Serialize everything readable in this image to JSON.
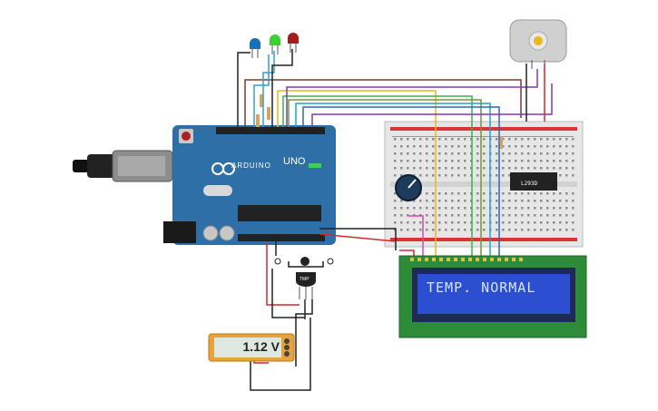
{
  "lcd": {
    "text": "TEMP. NORMAL"
  },
  "multimeter": {
    "reading": "1.12 V"
  },
  "arduino": {
    "model": "UNO",
    "brand": "ARDUINO"
  },
  "driver_chip": {
    "label": "L293D"
  },
  "sensor": {
    "label": "TMP"
  },
  "colors": {
    "board": "#2f6fa7",
    "lcd_pcb": "#2e8b3a",
    "lcd_screen": "#2c4fd1",
    "wire_red": "#d6262a",
    "wire_black": "#222222"
  }
}
